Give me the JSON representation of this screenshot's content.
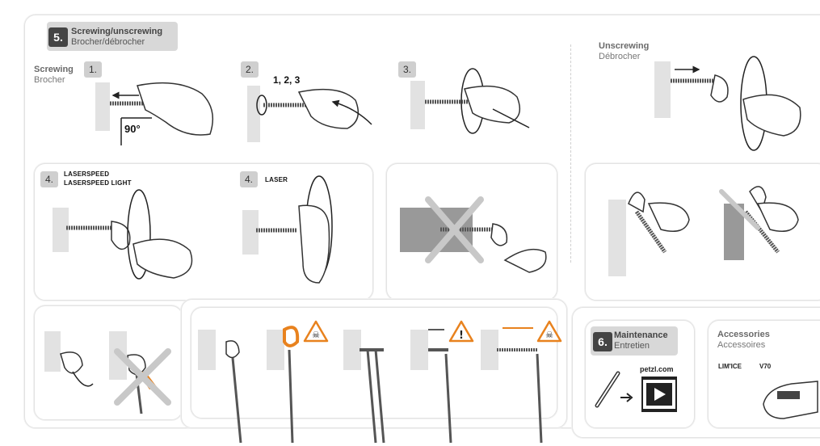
{
  "section5": {
    "number": "5.",
    "title_en": "Screwing/unscrewing",
    "title_fr": "Brocher/débrocher"
  },
  "screwing": {
    "label_en": "Screwing",
    "label_fr": "Brocher"
  },
  "steps": [
    {
      "number": "1.",
      "annotation": "90°"
    },
    {
      "number": "2.",
      "annotation": "1, 2, 3"
    },
    {
      "number": "3."
    }
  ],
  "unscrewing": {
    "label_en": "Unscrewing",
    "label_fr": "Débrocher"
  },
  "step4a": {
    "number": "4.",
    "line1": "LASERSPEED",
    "line2": "LASERSPEED LIGHT"
  },
  "step4b": {
    "number": "4.",
    "line1": "LASER"
  },
  "section6": {
    "number": "6.",
    "title_en": "Maintenance",
    "title_fr": "Entretien",
    "website": "petzl.com"
  },
  "accessories": {
    "title_en": "Accessories",
    "title_fr": "Accessoires",
    "item1": "LIM'ICE",
    "item2": "V70"
  },
  "colors": {
    "warning": "#e8821e",
    "badge": "#cfcfcf",
    "dark_badge": "#444444"
  }
}
